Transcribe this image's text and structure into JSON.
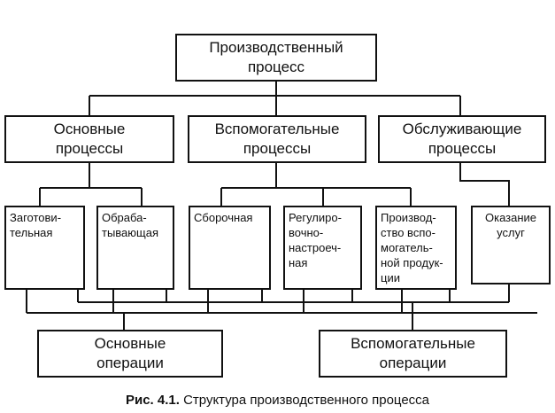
{
  "root": {
    "lines": [
      "Производственный",
      "процесс"
    ]
  },
  "mid": [
    {
      "id": "basic",
      "lines": [
        "Основные",
        "процессы"
      ]
    },
    {
      "id": "auxiliary",
      "lines": [
        "Вспомогательные",
        "процессы"
      ]
    },
    {
      "id": "service",
      "lines": [
        "Обслуживающие",
        "процессы"
      ]
    }
  ],
  "leaves": [
    {
      "id": "procurement",
      "lines": [
        "Заготови-",
        "тельная"
      ]
    },
    {
      "id": "processing",
      "lines": [
        "Обраба-",
        "тывающая"
      ]
    },
    {
      "id": "assembly",
      "lines": [
        "Сборочная"
      ]
    },
    {
      "id": "adjustment",
      "lines": [
        "Регулиро-",
        "вочно-",
        "настроеч-",
        "ная"
      ]
    },
    {
      "id": "aux-production",
      "lines": [
        "Производ-",
        "ство вспо-",
        "могатель-",
        "ной продук-",
        "ции"
      ]
    },
    {
      "id": "services",
      "lines": [
        "Оказание",
        "услуг"
      ]
    }
  ],
  "bottom": [
    {
      "id": "basic-ops",
      "lines": [
        "Основные",
        "операции"
      ]
    },
    {
      "id": "aux-ops",
      "lines": [
        "Вспомогательные",
        "операции"
      ]
    }
  ],
  "caption": {
    "label": "Рис. 4.1.",
    "text": "Структура производственного процесса"
  }
}
